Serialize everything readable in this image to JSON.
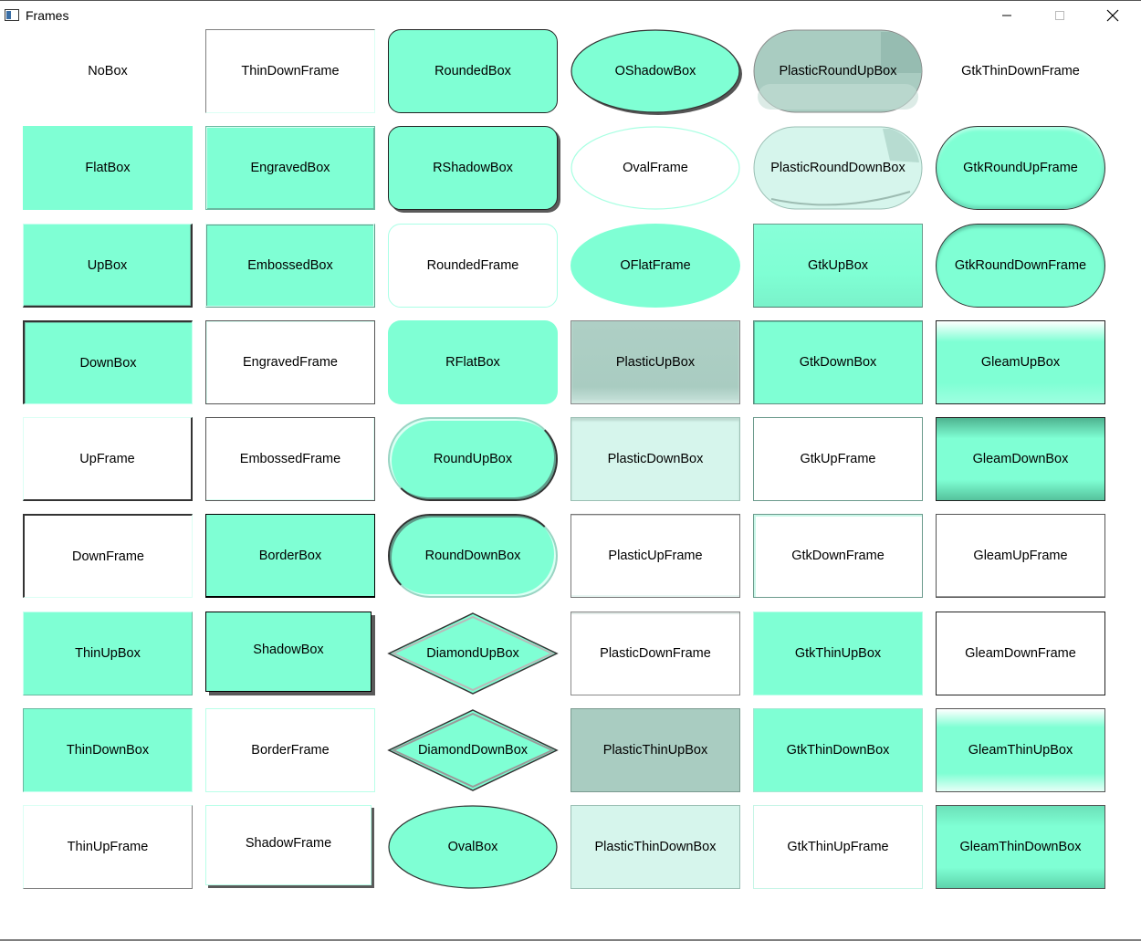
{
  "window": {
    "title": "Frames",
    "controls": {
      "minimize_icon": "minimize-icon",
      "maximize_icon": "maximize-icon",
      "close_icon": "close-icon"
    }
  },
  "colors": {
    "fill": "#7fffd4",
    "plastic_gray": "#a9ccc1",
    "plastic_light": "#d6f5ec"
  },
  "columns": [
    [
      "NoBox",
      "FlatBox",
      "UpBox",
      "DownBox",
      "UpFrame",
      "DownFrame",
      "ThinUpBox",
      "ThinDownBox",
      "ThinUpFrame"
    ],
    [
      "ThinDownFrame",
      "EngravedBox",
      "EmbossedBox",
      "EngravedFrame",
      "EmbossedFrame",
      "BorderBox",
      "ShadowBox",
      "BorderFrame",
      "ShadowFrame"
    ],
    [
      "RoundedBox",
      "RShadowBox",
      "RoundedFrame",
      "RFlatBox",
      "RoundUpBox",
      "RoundDownBox",
      "DiamondUpBox",
      "DiamondDownBox",
      "OvalBox"
    ],
    [
      "OShadowBox",
      "OvalFrame",
      "OFlatFrame",
      "PlasticUpBox",
      "PlasticDownBox",
      "PlasticUpFrame",
      "PlasticDownFrame",
      "PlasticThinUpBox",
      "PlasticThinDownBox"
    ],
    [
      "PlasticRoundUpBox",
      "PlasticRoundDownBox",
      "GtkUpBox",
      "GtkDownBox",
      "GtkUpFrame",
      "GtkDownFrame",
      "GtkThinUpBox",
      "GtkThinDownBox",
      "GtkThinUpFrame"
    ],
    [
      "GtkThinDownFrame",
      "GtkRoundUpFrame",
      "GtkRoundDownFrame",
      "GleamUpBox",
      "GleamDownBox",
      "GleamUpFrame",
      "GleamDownFrame",
      "GleamThinUpBox",
      "GleamThinDownBox"
    ]
  ]
}
